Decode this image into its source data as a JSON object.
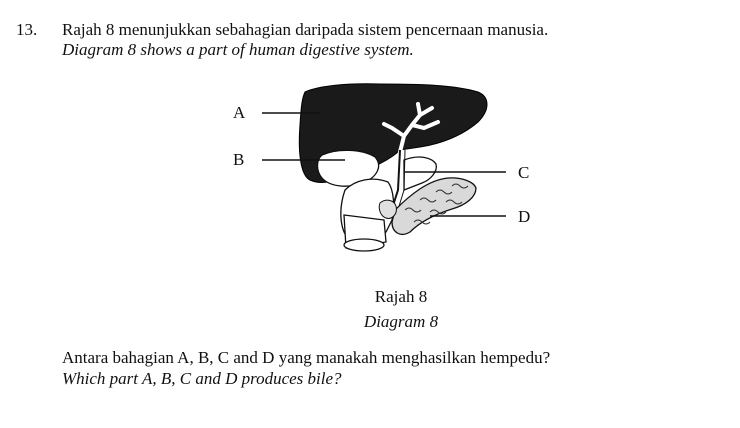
{
  "question": {
    "number": "13.",
    "stem_malay": "Rajah 8 menunjukkan sebahagian daripada sistem pencernaan manusia.",
    "stem_english": "Diagram 8 shows a part of human digestive system.",
    "prompt_malay": "Antara bahagian A, B, C and D yang manakah menghasilkan hempedu?",
    "prompt_english": "Which part A, B, C and D produces bile?"
  },
  "figure": {
    "caption_malay": "Rajah 8",
    "caption_english": "Diagram 8",
    "labels": {
      "a": "A",
      "b": "B",
      "c": "C",
      "d": "D"
    }
  }
}
